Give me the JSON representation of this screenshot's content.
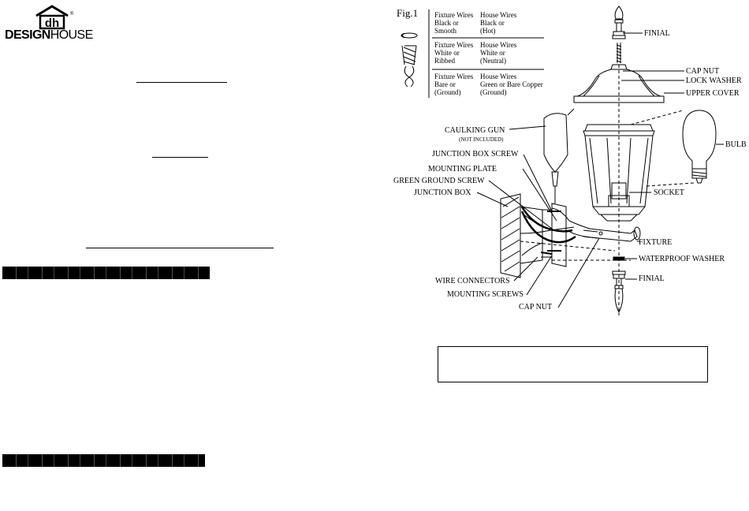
{
  "logo": {
    "brand_bold": "DESIGN",
    "brand_light": "HOUSE",
    "reg": "®"
  },
  "figure": {
    "label": "Fig.1",
    "wire_table": [
      {
        "fixture": "Fixture Wires\nBlack or\nSmooth",
        "house": "House Wires\nBlack or\n(Hot)"
      },
      {
        "fixture": "Fixture Wires\nWhite or\nRibbed",
        "house": "House Wires\nWhite or\n(Neutral)"
      },
      {
        "fixture": "Fixture Wires\nBare or\n(Ground)",
        "house": "House Wires\nGreen or Bare Copper\n(Ground)"
      }
    ],
    "labels": {
      "finial_top": "FINIAL",
      "cap_nut_top": "CAP NUT",
      "lock_washer": "LOCK WASHER",
      "upper_cover": "UPPER COVER",
      "caulking_gun": "CAULKING GUN",
      "not_included": "(NOT INCLUDED)",
      "bulb": "BULB",
      "junction_box_screw": "JUNCTION BOX SCREW",
      "mounting_plate": "MOUNTING PLATE",
      "green_ground_screw": "GREEN GROUND SCREW",
      "junction_box": "JUNCTION BOX",
      "socket": "SOCKET",
      "fixture": "FIXTURE",
      "waterproof_washer": "WATERPROOF WASHER",
      "finial_bottom": "FINIAL",
      "wire_connectors": "WIRE CONNECTORS",
      "mounting_screws": "MOUNTING SCREWS",
      "cap_nut_bottom": "CAP NUT"
    }
  }
}
